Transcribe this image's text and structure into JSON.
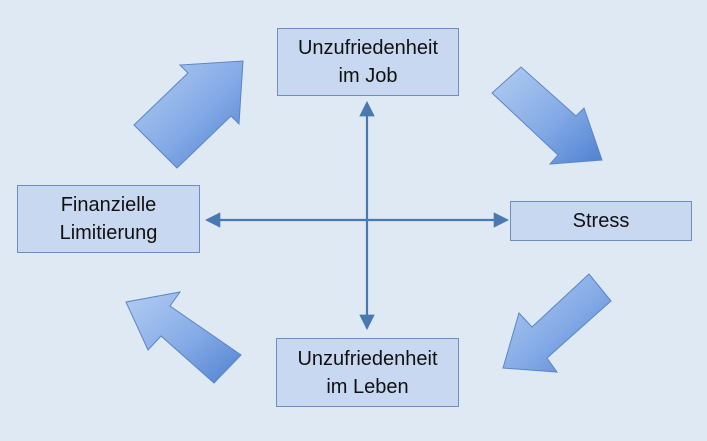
{
  "diagram": {
    "nodes": {
      "top": {
        "line1": "Unzufriedenheit",
        "line2": "im Job"
      },
      "right": {
        "line1": "Stress"
      },
      "bottom": {
        "line1": "Unzufriedenheit",
        "line2": "im Leben"
      },
      "left": {
        "line1": "Finanzielle",
        "line2": "Limitierung"
      }
    },
    "colors": {
      "background": "#dee9f4",
      "box_fill": "#c7d8f0",
      "box_border": "#6e8fbd",
      "block_arrow_light": "#a9c6ee",
      "block_arrow_dark": "#4f81d0",
      "connector": "#4a78b0"
    },
    "cycle_direction": "clockwise"
  }
}
